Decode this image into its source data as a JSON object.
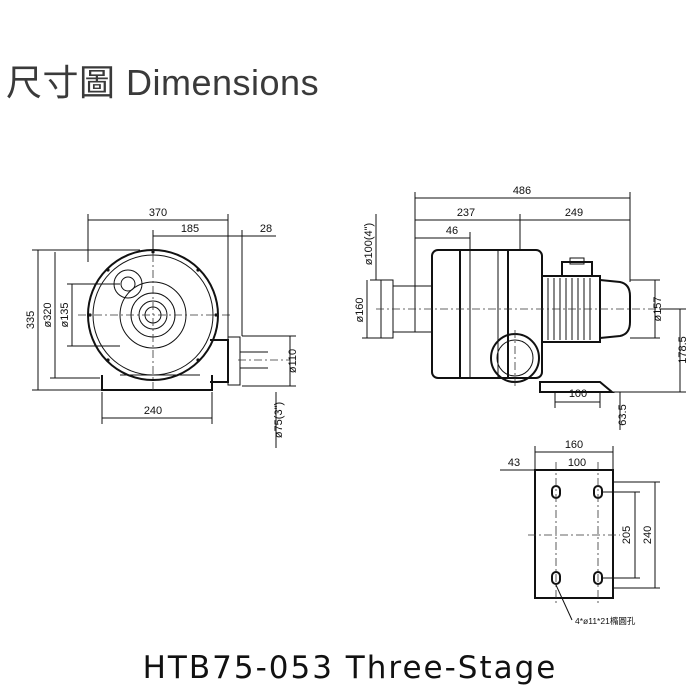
{
  "title": "尺寸圖 Dimensions",
  "model": "HTB75-053 Three-Stage",
  "front_view": {
    "d_370": "370",
    "d_185": "185",
    "d_28": "28",
    "d_335": "335",
    "d_320": "ø320",
    "d_135": "ø135",
    "d_240": "240",
    "d_110": "ø110",
    "d_75": "ø75(3\")"
  },
  "side_view": {
    "d_486": "486",
    "d_237": "237",
    "d_249": "249",
    "d_46": "46",
    "d_100_4": "ø100(4\")",
    "d_160": "ø160",
    "d_157": "ø157",
    "d_1785": "178.5",
    "d_100": "100",
    "d_635": "63.5"
  },
  "base_plan": {
    "d_160": "160",
    "d_43": "43",
    "d_100": "100",
    "d_205": "205",
    "d_240": "240",
    "holes_note": "4*ø11*21橢圓孔"
  }
}
